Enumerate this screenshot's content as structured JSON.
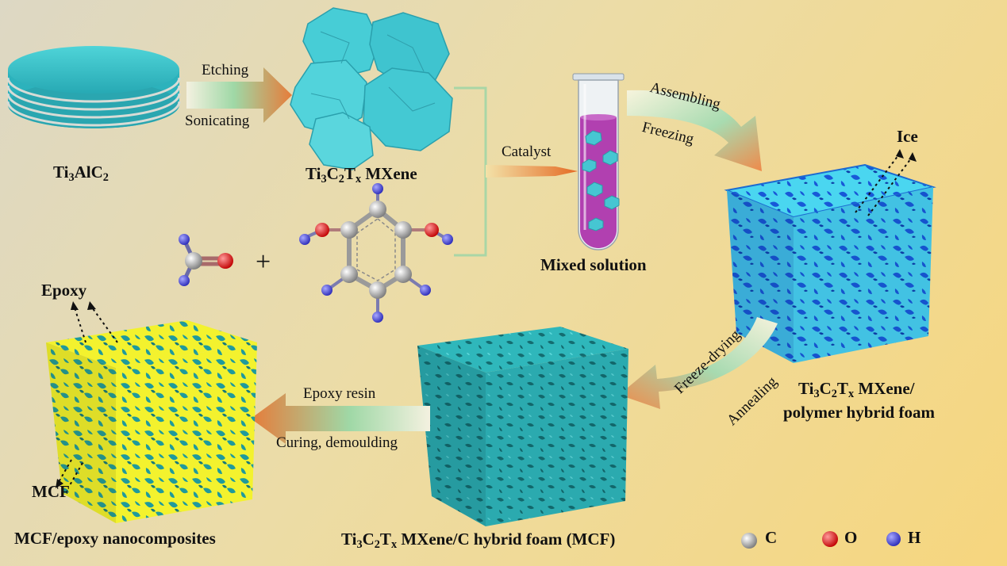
{
  "labels": {
    "ti3alc2": {
      "base": "Ti",
      "s1": "3",
      "mid": "AlC",
      "s2": "2"
    },
    "mxene": {
      "p1": "Ti",
      "s1": "3",
      "p2": "C",
      "s2": "2",
      "p3": "T",
      "s3": "x",
      "tail": " MXene"
    },
    "mixed_solution": "Mixed solution",
    "polymer_foam_line1": {
      "p1": "Ti",
      "s1": "3",
      "p2": "C",
      "s2": "2",
      "p3": "T",
      "s3": "x",
      "tail": " MXene/"
    },
    "polymer_foam_line2": "polymer hybrid foam",
    "mcf_foam": {
      "p1": "Ti",
      "s1": "3",
      "p2": "C",
      "s2": "2",
      "p3": "T",
      "s3": "x",
      "tail": " MXene/C hybrid foam (MCF)"
    },
    "nanocomposites": "MCF/epoxy nanocomposites",
    "ice": "Ice",
    "epoxy": "Epoxy",
    "mcf": "MCF"
  },
  "steps": {
    "etching": "Etching",
    "sonicating": "Sonicating",
    "catalyst": "Catalyst",
    "assembling": "Assembling",
    "freezing": "Freezing",
    "freeze_drying": "Freeze-drying",
    "annealing": "Annealing",
    "epoxy_resin": "Epoxy resin",
    "curing": "Curing, demoulding"
  },
  "plus": "+",
  "legend": [
    {
      "symbol": "C",
      "color": "#8e8e8e"
    },
    {
      "symbol": "O",
      "color": "#e01010"
    },
    {
      "symbol": "H",
      "color": "#4040d8"
    }
  ],
  "colors": {
    "mxene": "#3fc8d0",
    "foam_blue": "#1d6fe0",
    "foam_teal": "#2aa1a6",
    "epoxy_yellow": "#f3f22e",
    "solution": "#b040b0"
  }
}
